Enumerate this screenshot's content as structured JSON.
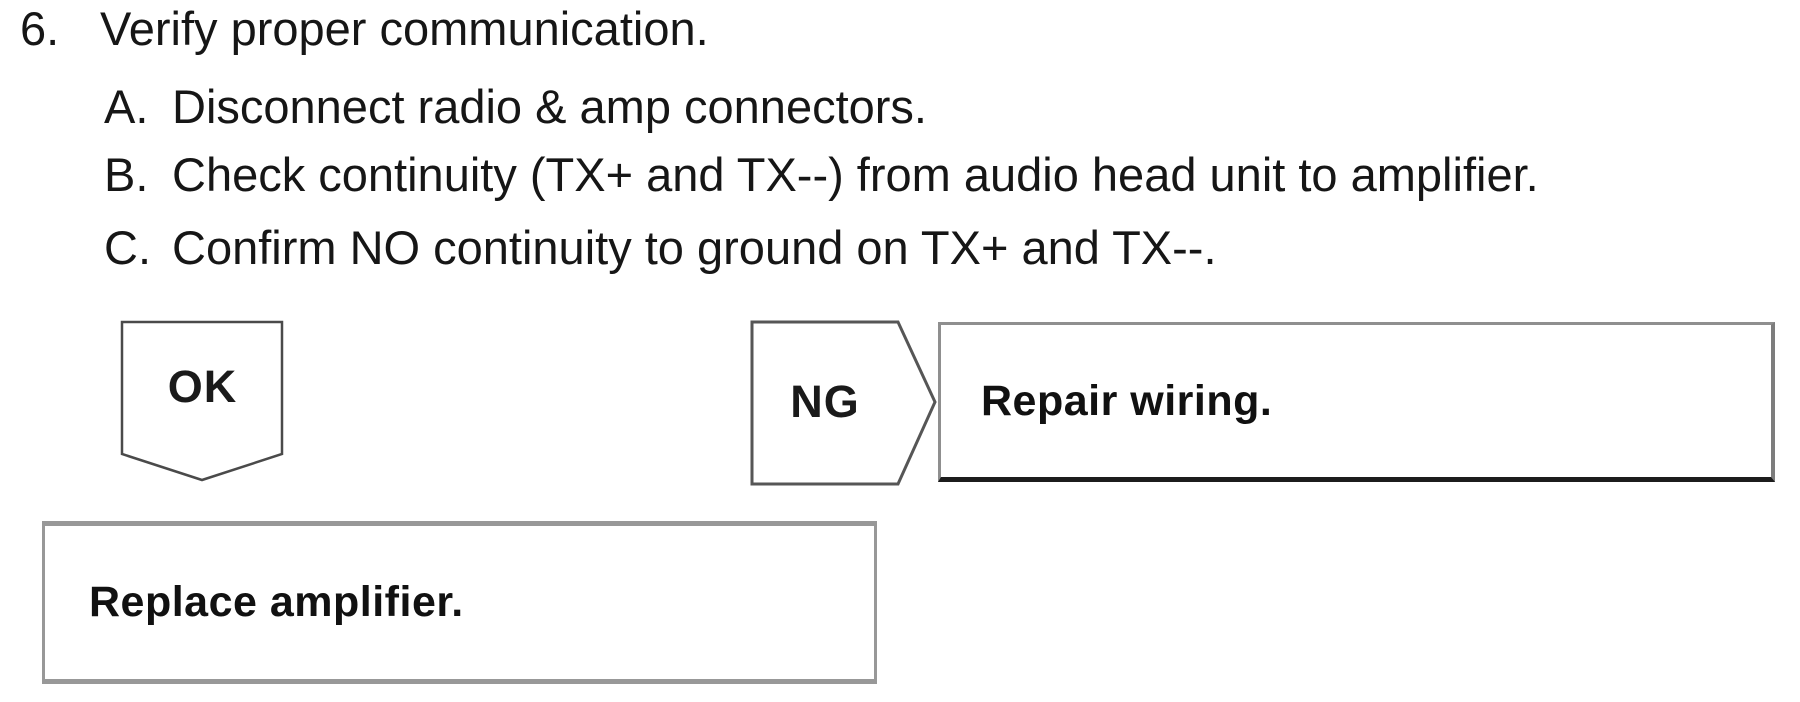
{
  "document": {
    "step": {
      "number": "6.",
      "title": "Verify proper communication."
    },
    "substeps": [
      {
        "letter": "A.",
        "text": "Disconnect radio & amp connectors."
      },
      {
        "letter": "B.",
        "text": "Check continuity (TX+ and TX--) from audio head unit to amplifier."
      },
      {
        "letter": "C.",
        "text": "Confirm NO continuity to ground on TX+ and TX--."
      }
    ]
  },
  "flowchart": {
    "ok": {
      "label": "OK",
      "result": "Replace amplifier."
    },
    "ng": {
      "label": "NG",
      "result": "Repair wiring."
    }
  },
  "colors": {
    "background": "#ffffff",
    "text": "#161616",
    "shape_outline": "#4a4a4a",
    "box_border_gray": "#8f8f8f",
    "box_border_black": "#1c1c1c"
  }
}
